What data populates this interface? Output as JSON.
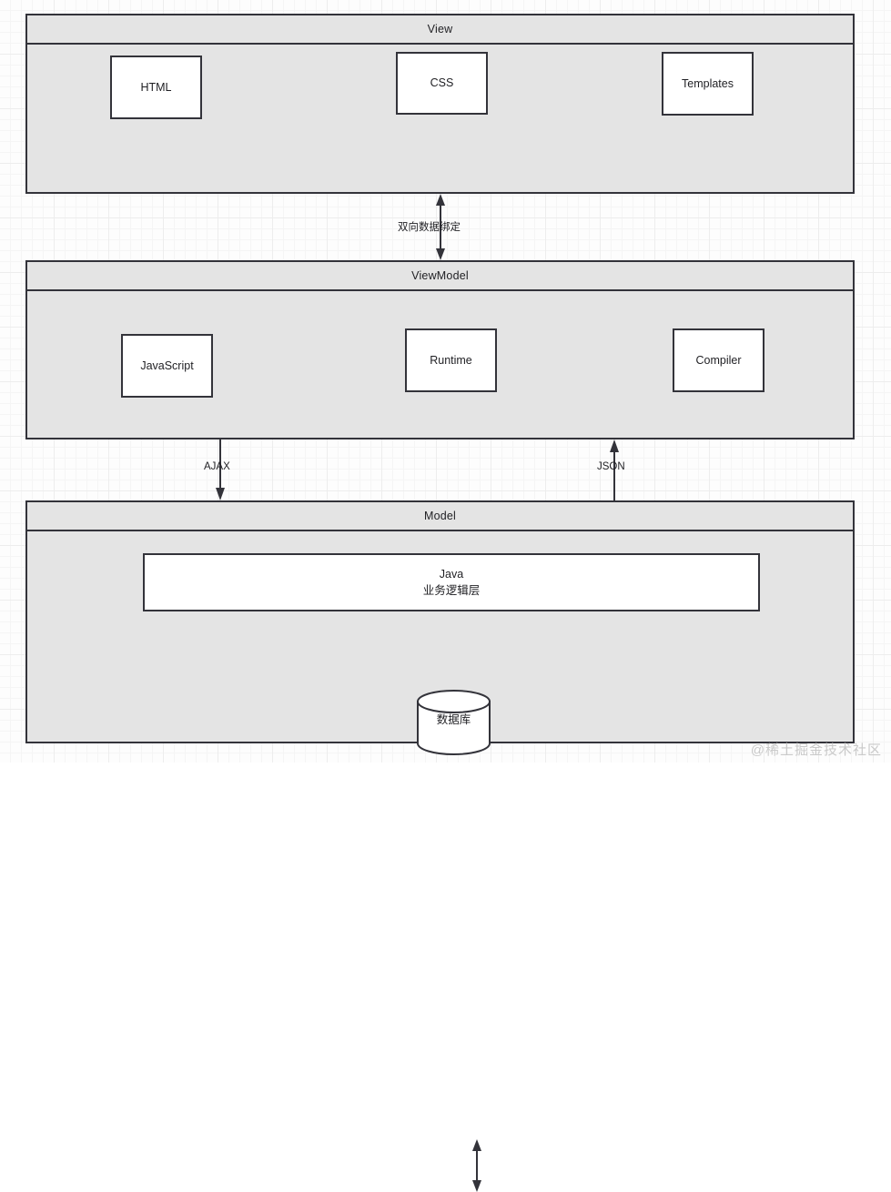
{
  "diagram": {
    "title_hidden": "",
    "colors": {
      "layer_fill": "#e4e4e4",
      "node_fill": "#ffffff",
      "stroke": "#33333a",
      "grid_minor": "#f5f5f5",
      "grid_major": "#ededed",
      "text": "#1f1f23",
      "watermark": "#c9c9c9"
    },
    "layers": [
      {
        "id": "view",
        "title": "View",
        "nodes": [
          {
            "id": "html",
            "label": "HTML"
          },
          {
            "id": "css",
            "label": "CSS"
          },
          {
            "id": "templates",
            "label": "Templates"
          }
        ]
      },
      {
        "id": "viewmodel",
        "title": "ViewModel",
        "nodes": [
          {
            "id": "javascript",
            "label": "JavaScript"
          },
          {
            "id": "runtime",
            "label": "Runtime"
          },
          {
            "id": "compiler",
            "label": "Compiler"
          }
        ]
      },
      {
        "id": "model",
        "title": "Model",
        "nodes": [
          {
            "id": "java",
            "label_line1": "Java",
            "label_line2": "业务逻辑层"
          },
          {
            "id": "database",
            "label": "数据库",
            "shape": "cylinder"
          }
        ]
      }
    ],
    "connectors": [
      {
        "id": "binding",
        "label": "双向数据绑定",
        "from": "View",
        "to": "ViewModel",
        "direction": "bidirectional"
      },
      {
        "id": "ajax",
        "label": "AJAX",
        "from": "ViewModel",
        "to": "Model",
        "direction": "down"
      },
      {
        "id": "json",
        "label": "JSON",
        "from": "Model",
        "to": "ViewModel",
        "direction": "up"
      },
      {
        "id": "db",
        "label": "",
        "from": "Java 业务逻辑层",
        "to": "数据库",
        "direction": "bidirectional"
      }
    ],
    "watermark": "@稀土掘金技术社区"
  }
}
